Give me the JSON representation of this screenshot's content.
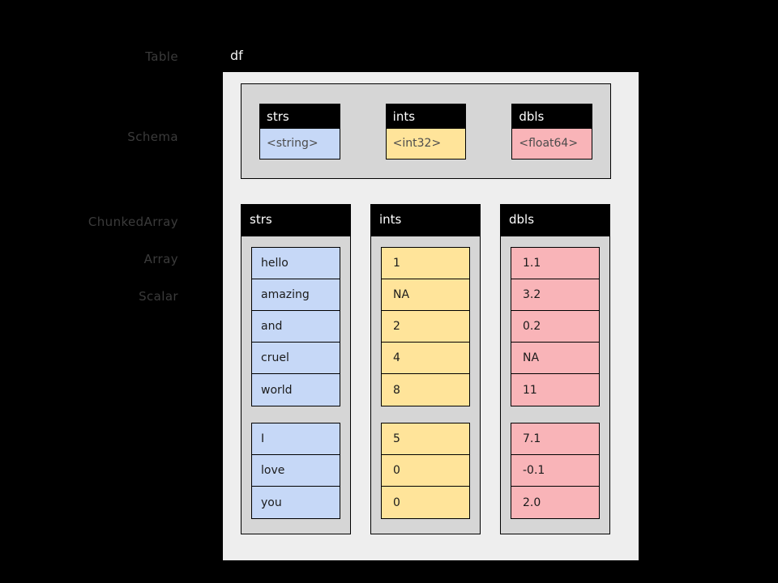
{
  "labels": {
    "table": "Table",
    "schema": "Schema",
    "chunked_array": "ChunkedArray",
    "array": "Array",
    "scalar": "Scalar"
  },
  "table_name": "df",
  "colors": {
    "string": "#c6d8f7",
    "int32": "#ffe49a",
    "float64": "#f9b4b8",
    "panel": "#eeeeee",
    "inner_panel": "#d6d6d6",
    "header": "#000000",
    "label_text": "#3b3b3b"
  },
  "schema": {
    "fields": [
      {
        "name": "strs",
        "type": "<string>",
        "swatch": "t-blue"
      },
      {
        "name": "ints",
        "type": "<int32>",
        "swatch": "t-yellow"
      },
      {
        "name": "dbls",
        "type": "<float64>",
        "swatch": "t-pink"
      }
    ]
  },
  "columns": [
    {
      "name": "strs",
      "swatch": "t-blue",
      "align": "text",
      "chunks": [
        {
          "values": [
            "hello",
            "amazing",
            "and",
            "cruel",
            "world"
          ]
        },
        {
          "values": [
            "I",
            "love",
            "you"
          ]
        }
      ]
    },
    {
      "name": "ints",
      "swatch": "t-yellow",
      "align": "num",
      "chunks": [
        {
          "values": [
            "1",
            "NA",
            "2",
            "4",
            "8"
          ]
        },
        {
          "values": [
            "5",
            "0",
            "0"
          ]
        }
      ]
    },
    {
      "name": "dbls",
      "swatch": "t-pink",
      "align": "num",
      "chunks": [
        {
          "values": [
            "1.1",
            "3.2",
            "0.2",
            "NA",
            "11"
          ]
        },
        {
          "values": [
            "7.1",
            "-0.1",
            "2.0"
          ]
        }
      ]
    }
  ]
}
